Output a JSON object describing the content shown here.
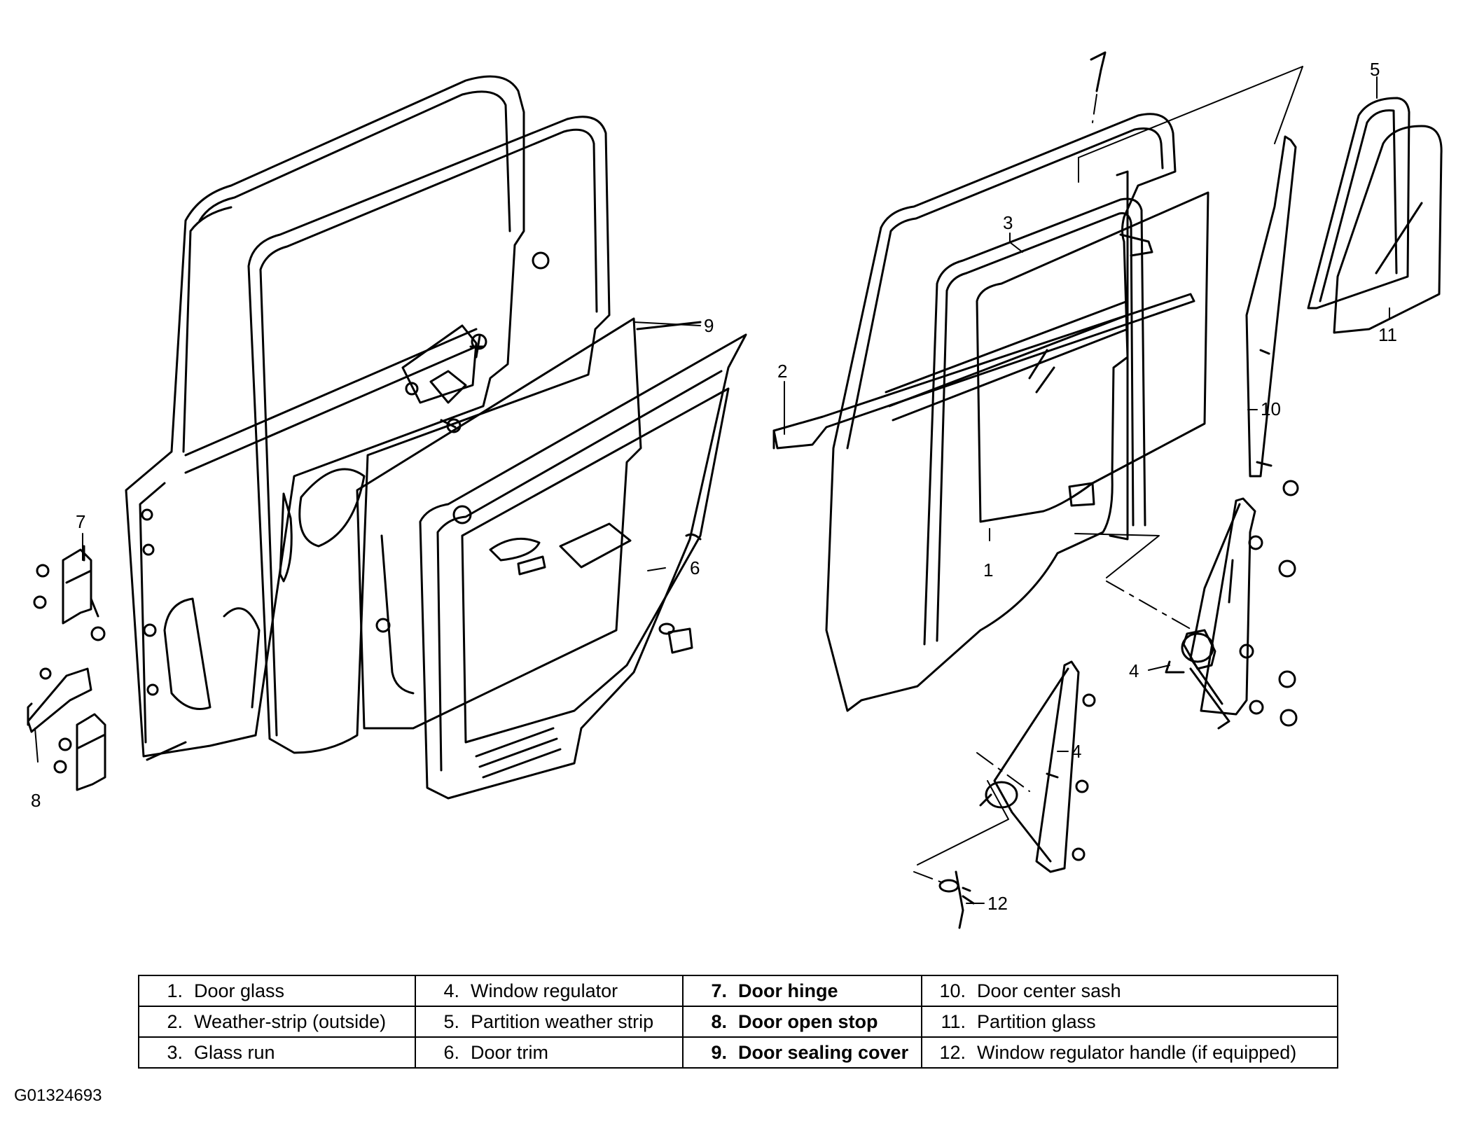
{
  "callouts": [
    {
      "id": "1",
      "label": "1"
    },
    {
      "id": "2",
      "label": "2"
    },
    {
      "id": "3",
      "label": "3"
    },
    {
      "id": "4a",
      "label": "4"
    },
    {
      "id": "4b",
      "label": "4"
    },
    {
      "id": "5",
      "label": "5"
    },
    {
      "id": "6",
      "label": "6"
    },
    {
      "id": "7",
      "label": "7"
    },
    {
      "id": "8",
      "label": "8"
    },
    {
      "id": "9",
      "label": "9"
    },
    {
      "id": "10",
      "label": "10"
    },
    {
      "id": "11",
      "label": "11"
    },
    {
      "id": "12",
      "label": "12"
    }
  ],
  "legend": {
    "rows": [
      [
        {
          "num": "1.",
          "text": "Door glass"
        },
        {
          "num": "4.",
          "text": "Window regulator"
        },
        {
          "num": "7.",
          "text": "Door hinge"
        },
        {
          "num": "10.",
          "text": "Door center sash"
        }
      ],
      [
        {
          "num": "2.",
          "text": "Weather-strip (outside)"
        },
        {
          "num": "5.",
          "text": "Partition weather strip"
        },
        {
          "num": "8.",
          "text": "Door open stop"
        },
        {
          "num": "11.",
          "text": "Partition glass"
        }
      ],
      [
        {
          "num": "3.",
          "text": "Glass run"
        },
        {
          "num": "6.",
          "text": "Door trim"
        },
        {
          "num": "9.",
          "text": "Door sealing cover"
        },
        {
          "num": "12.",
          "text": "Window regulator handle (if equipped)"
        }
      ]
    ]
  },
  "figure_code": "G01324693"
}
